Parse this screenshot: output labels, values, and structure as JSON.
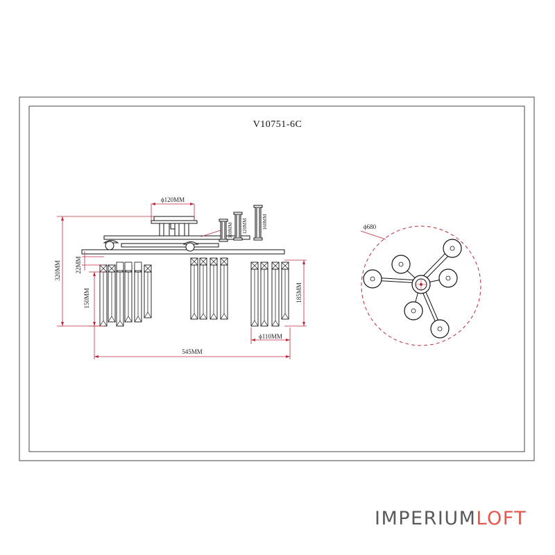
{
  "drawing": {
    "title": "V10751-6C",
    "dimensions": {
      "canopy_diameter": "ϕ120MM",
      "total_height": "320MM",
      "crystal_cap": "22MM",
      "crystal_length": "150MM",
      "side_height": "185MM",
      "total_width": "545MM",
      "crystal_group_width": "ϕ110MM",
      "overall_diameter": "ϕ680",
      "crystal_detail_1": "100MM",
      "crystal_detail_2": "120MM",
      "crystal_detail_3": "160MM"
    }
  },
  "brand": {
    "part1": "IMPERIUM",
    "part2": "LOFT",
    "color_primary": "#5a5a5a",
    "color_accent": "#e2574c"
  },
  "colors": {
    "line": "#111111",
    "dimension": "#c0283a",
    "frame": "#333333"
  }
}
